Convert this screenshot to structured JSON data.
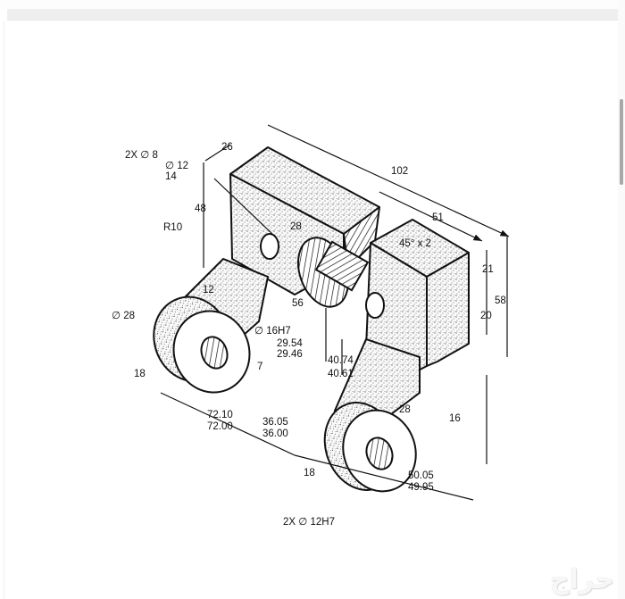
{
  "viewer": {
    "watermark": "حراج"
  },
  "drawing": {
    "type": "isometric technical drawing",
    "dimensions": {
      "overall_length": "102",
      "half_length": "51",
      "height": "58",
      "upper_height": "21",
      "lower_height": "20",
      "left_block_depth": "26",
      "left_height": "48",
      "radius": "R10",
      "counterbore_label_1": "2X  ∅ 8",
      "counterbore_label_2": "∅ 12",
      "counterbore_depth": "14",
      "slot_width": "28",
      "slot_depth": "56",
      "chamfer": "45° x 2",
      "arm_width": "12",
      "boss_diameter": "∅ 28",
      "boss_thickness_left": "18",
      "bore": "∅ 16H7",
      "cbore_dia_max": "29.54",
      "cbore_dia_min": "29.46",
      "cbore_depth": "7",
      "center_height_max": "40.74",
      "center_height_min": "40.61",
      "span_max": "72.10",
      "span_min": "72.00",
      "half_span_max": "36.05",
      "half_span_min": "36.00",
      "boss_thickness_right": "18",
      "arm_width_right": "28",
      "right_offset": "16",
      "center_spacing_max": "50.05",
      "center_spacing_min": "49.95",
      "pin_holes": "2X  ∅ 12H7"
    }
  }
}
